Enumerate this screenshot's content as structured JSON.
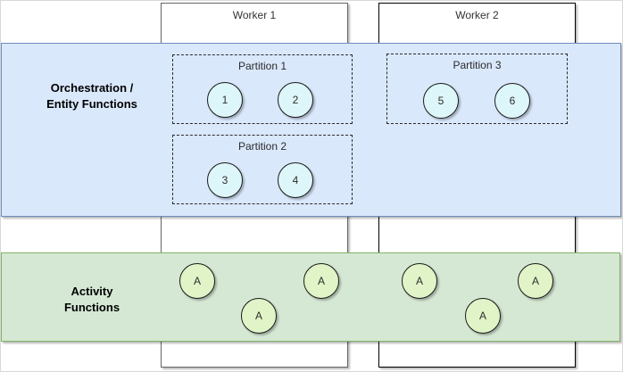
{
  "workers": [
    {
      "label": "Worker 1"
    },
    {
      "label": "Worker 2"
    }
  ],
  "bands": {
    "orchestration": {
      "label": "Orchestration /\nEntity Functions",
      "fill": "#dae8fc",
      "border": "#6c8ebf"
    },
    "activity": {
      "label": "Activity\nFunctions",
      "fill": "#d5e8d4",
      "border": "#82b366"
    }
  },
  "partitions": [
    {
      "label": "Partition 1",
      "circles": [
        "1",
        "2"
      ]
    },
    {
      "label": "Partition 2",
      "circles": [
        "3",
        "4"
      ]
    },
    {
      "label": "Partition 3",
      "circles": [
        "5",
        "6"
      ]
    }
  ],
  "activity_circles": [
    "A",
    "A",
    "A",
    "A",
    "A",
    "A"
  ],
  "colors": {
    "orchestration_circle_fill": "#ddf6fa",
    "activity_circle_fill": "#e1f4c7",
    "worker1_border": "#666666",
    "worker2_border": "#000000"
  }
}
